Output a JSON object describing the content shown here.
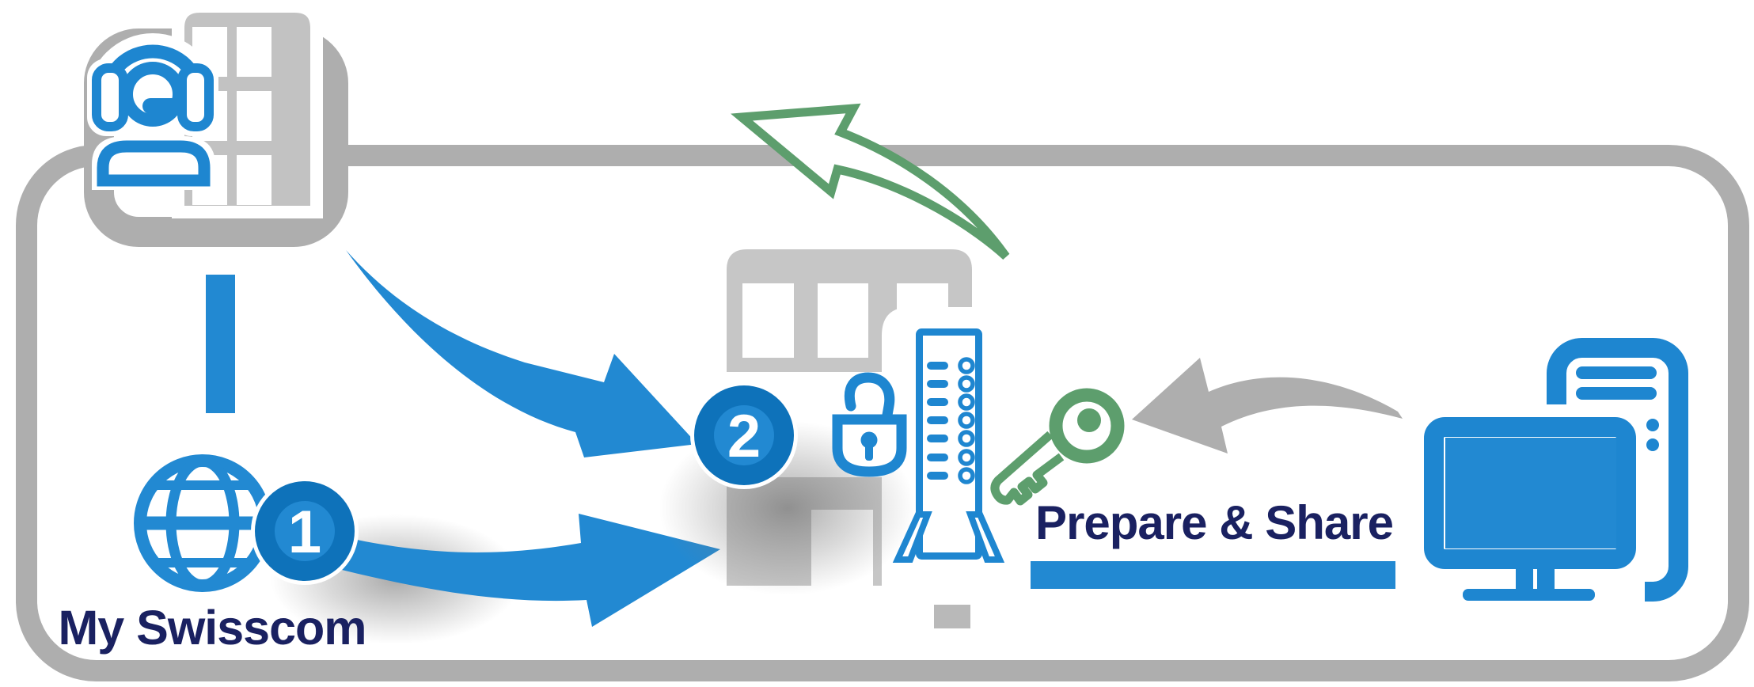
{
  "diagram": {
    "title": "My Swisscom access preparation flow",
    "labels": {
      "portal": "My Swisscom",
      "action": "Prepare & Share"
    },
    "badges": {
      "step1": "1",
      "step2": "2"
    },
    "colors": {
      "blue": "#2289d2",
      "badge_dark_blue": "#0e72ba",
      "navy_text": "#1a2161",
      "green": "#5d9e6d",
      "border_gray": "#aeaeae",
      "building_gray": "#c6c6c6"
    },
    "icons": [
      "support-agent-icon",
      "office-building-small-icon",
      "globe-icon",
      "shop-building-icon",
      "open-padlock-icon",
      "server-tower-icon",
      "key-icon",
      "desktop-computer-icon",
      "blue-curved-arrow",
      "green-return-arrow",
      "gray-curved-arrow"
    ]
  }
}
